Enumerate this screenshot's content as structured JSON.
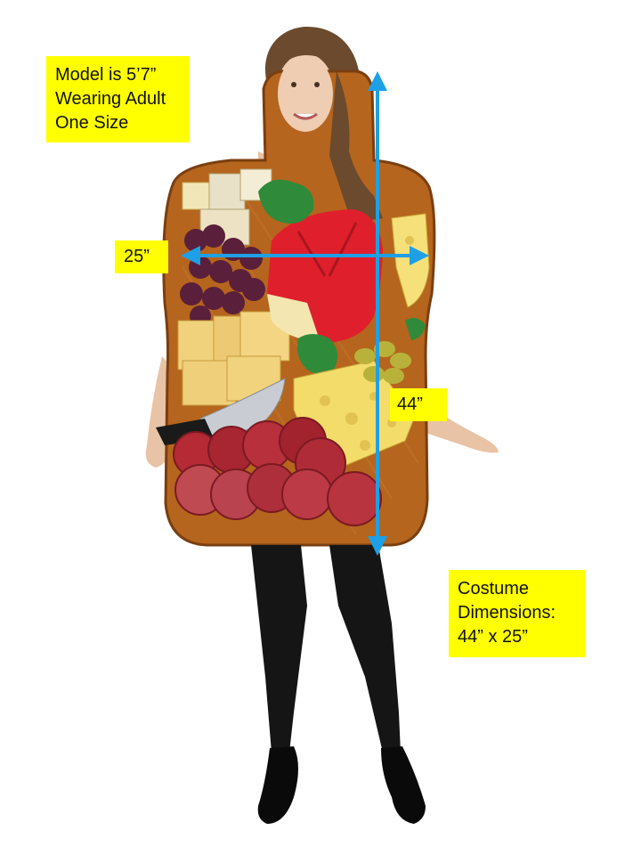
{
  "annotations": {
    "model_lines": [
      "Model is 5’7”",
      "Wearing Adult",
      "One Size"
    ],
    "width_label": "25”",
    "height_label": "44”",
    "dims_lines": [
      "Costume",
      "Dimensions:",
      "44” x 25”"
    ]
  },
  "colors": {
    "label_bg": "#ffff00",
    "arrow": "#1ea0e6",
    "board": "#b5651d",
    "skin": "#e9c3a5",
    "hair": "#6b4a2e",
    "leggings": "#151515"
  },
  "scene": {
    "subject": "model wearing charcuterie board costume",
    "items": [
      "grapes",
      "crackers",
      "red wax cheese wheel",
      "swiss cheese",
      "salami",
      "cheese knife",
      "green olives",
      "cheese cubes"
    ]
  }
}
